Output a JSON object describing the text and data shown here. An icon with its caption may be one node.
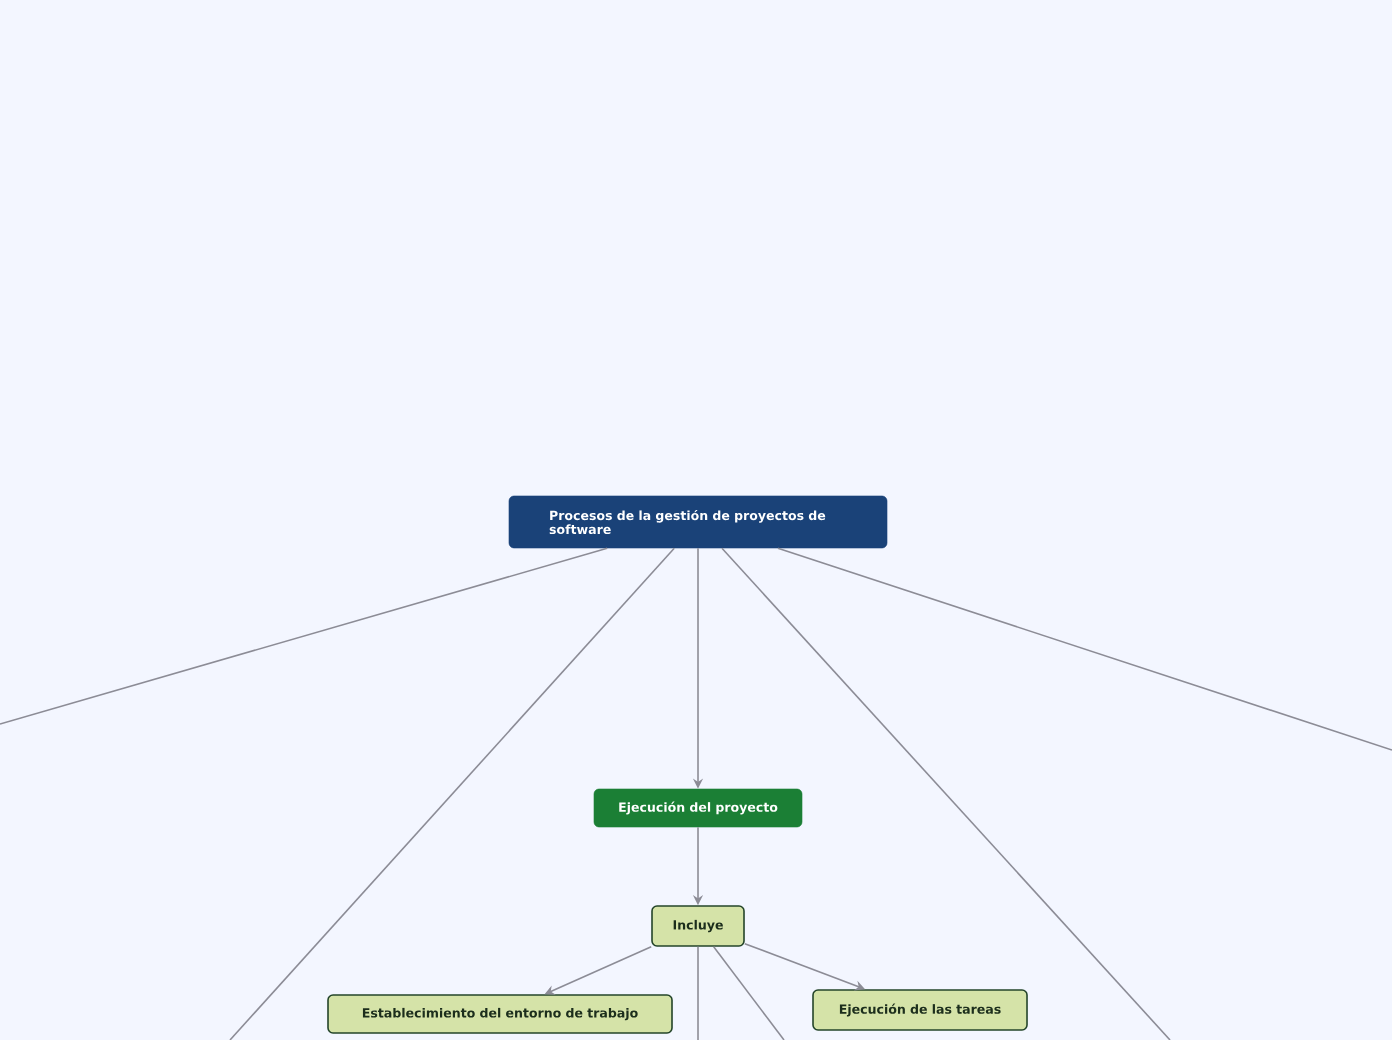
{
  "diagram": {
    "nodes": [
      {
        "text": [
          "Procesos de la gestión de proyectos de software"
        ]
      },
      {
        "text": [
          "Ejecución del proyecto"
        ]
      },
      {
        "text": [
          "Incluye"
        ]
      },
      {
        "text": [
          "Establecimiento del entorno de trabajo"
        ]
      },
      {
        "text": [
          "Ejecución de las tareas"
        ]
      }
    ],
    "edges": [
      {
        "from": 0,
        "to": null,
        "arrow": "none"
      },
      {
        "from": 0,
        "to": null,
        "arrow": "none"
      },
      {
        "from": 0,
        "to": 1,
        "arrow": "to"
      },
      {
        "from": 0,
        "to": null,
        "arrow": "none"
      },
      {
        "from": 0,
        "to": null,
        "arrow": "none"
      },
      {
        "from": 1,
        "to": 2,
        "arrow": "to"
      },
      {
        "from": 2,
        "to": 3,
        "arrow": "to"
      },
      {
        "from": 2,
        "to": null,
        "arrow": "none"
      },
      {
        "from": 2,
        "to": null,
        "arrow": "none"
      },
      {
        "from": 2,
        "to": 4,
        "arrow": "to"
      }
    ]
  }
}
